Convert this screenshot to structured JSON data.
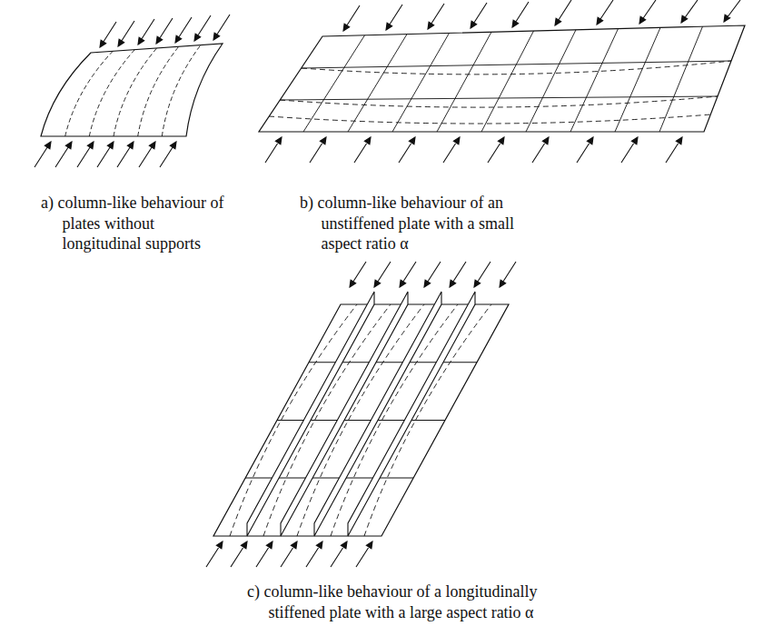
{
  "diagram": {
    "labels": [
      "a) column-like behaviour of plates without longitudinal supports",
      "b) column-like behaviour of an unstiffened plate with a small aspect ratio α",
      "c) column-like behaviour of a longitudinally stiffened plate with a large aspect ratio α"
    ]
  }
}
